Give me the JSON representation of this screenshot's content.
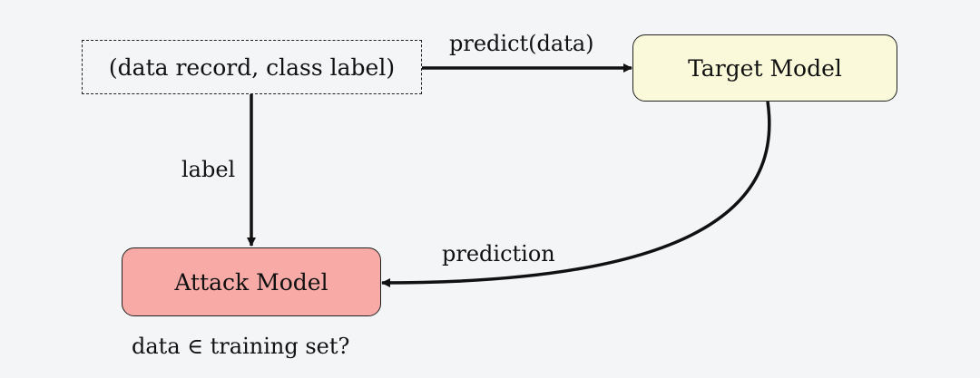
{
  "nodes": {
    "input": "(data record, class label)",
    "target_model": "Target Model",
    "attack_model": "Attack Model"
  },
  "edges": {
    "input_to_target": "predict(data)",
    "input_to_attack": "label",
    "target_to_attack": "prediction"
  },
  "caption": "data ∈ training set?",
  "colors": {
    "background": "#f4f5f7",
    "target_fill": "#fafadb",
    "attack_fill": "#f7aaa6",
    "stroke": "#111111"
  }
}
